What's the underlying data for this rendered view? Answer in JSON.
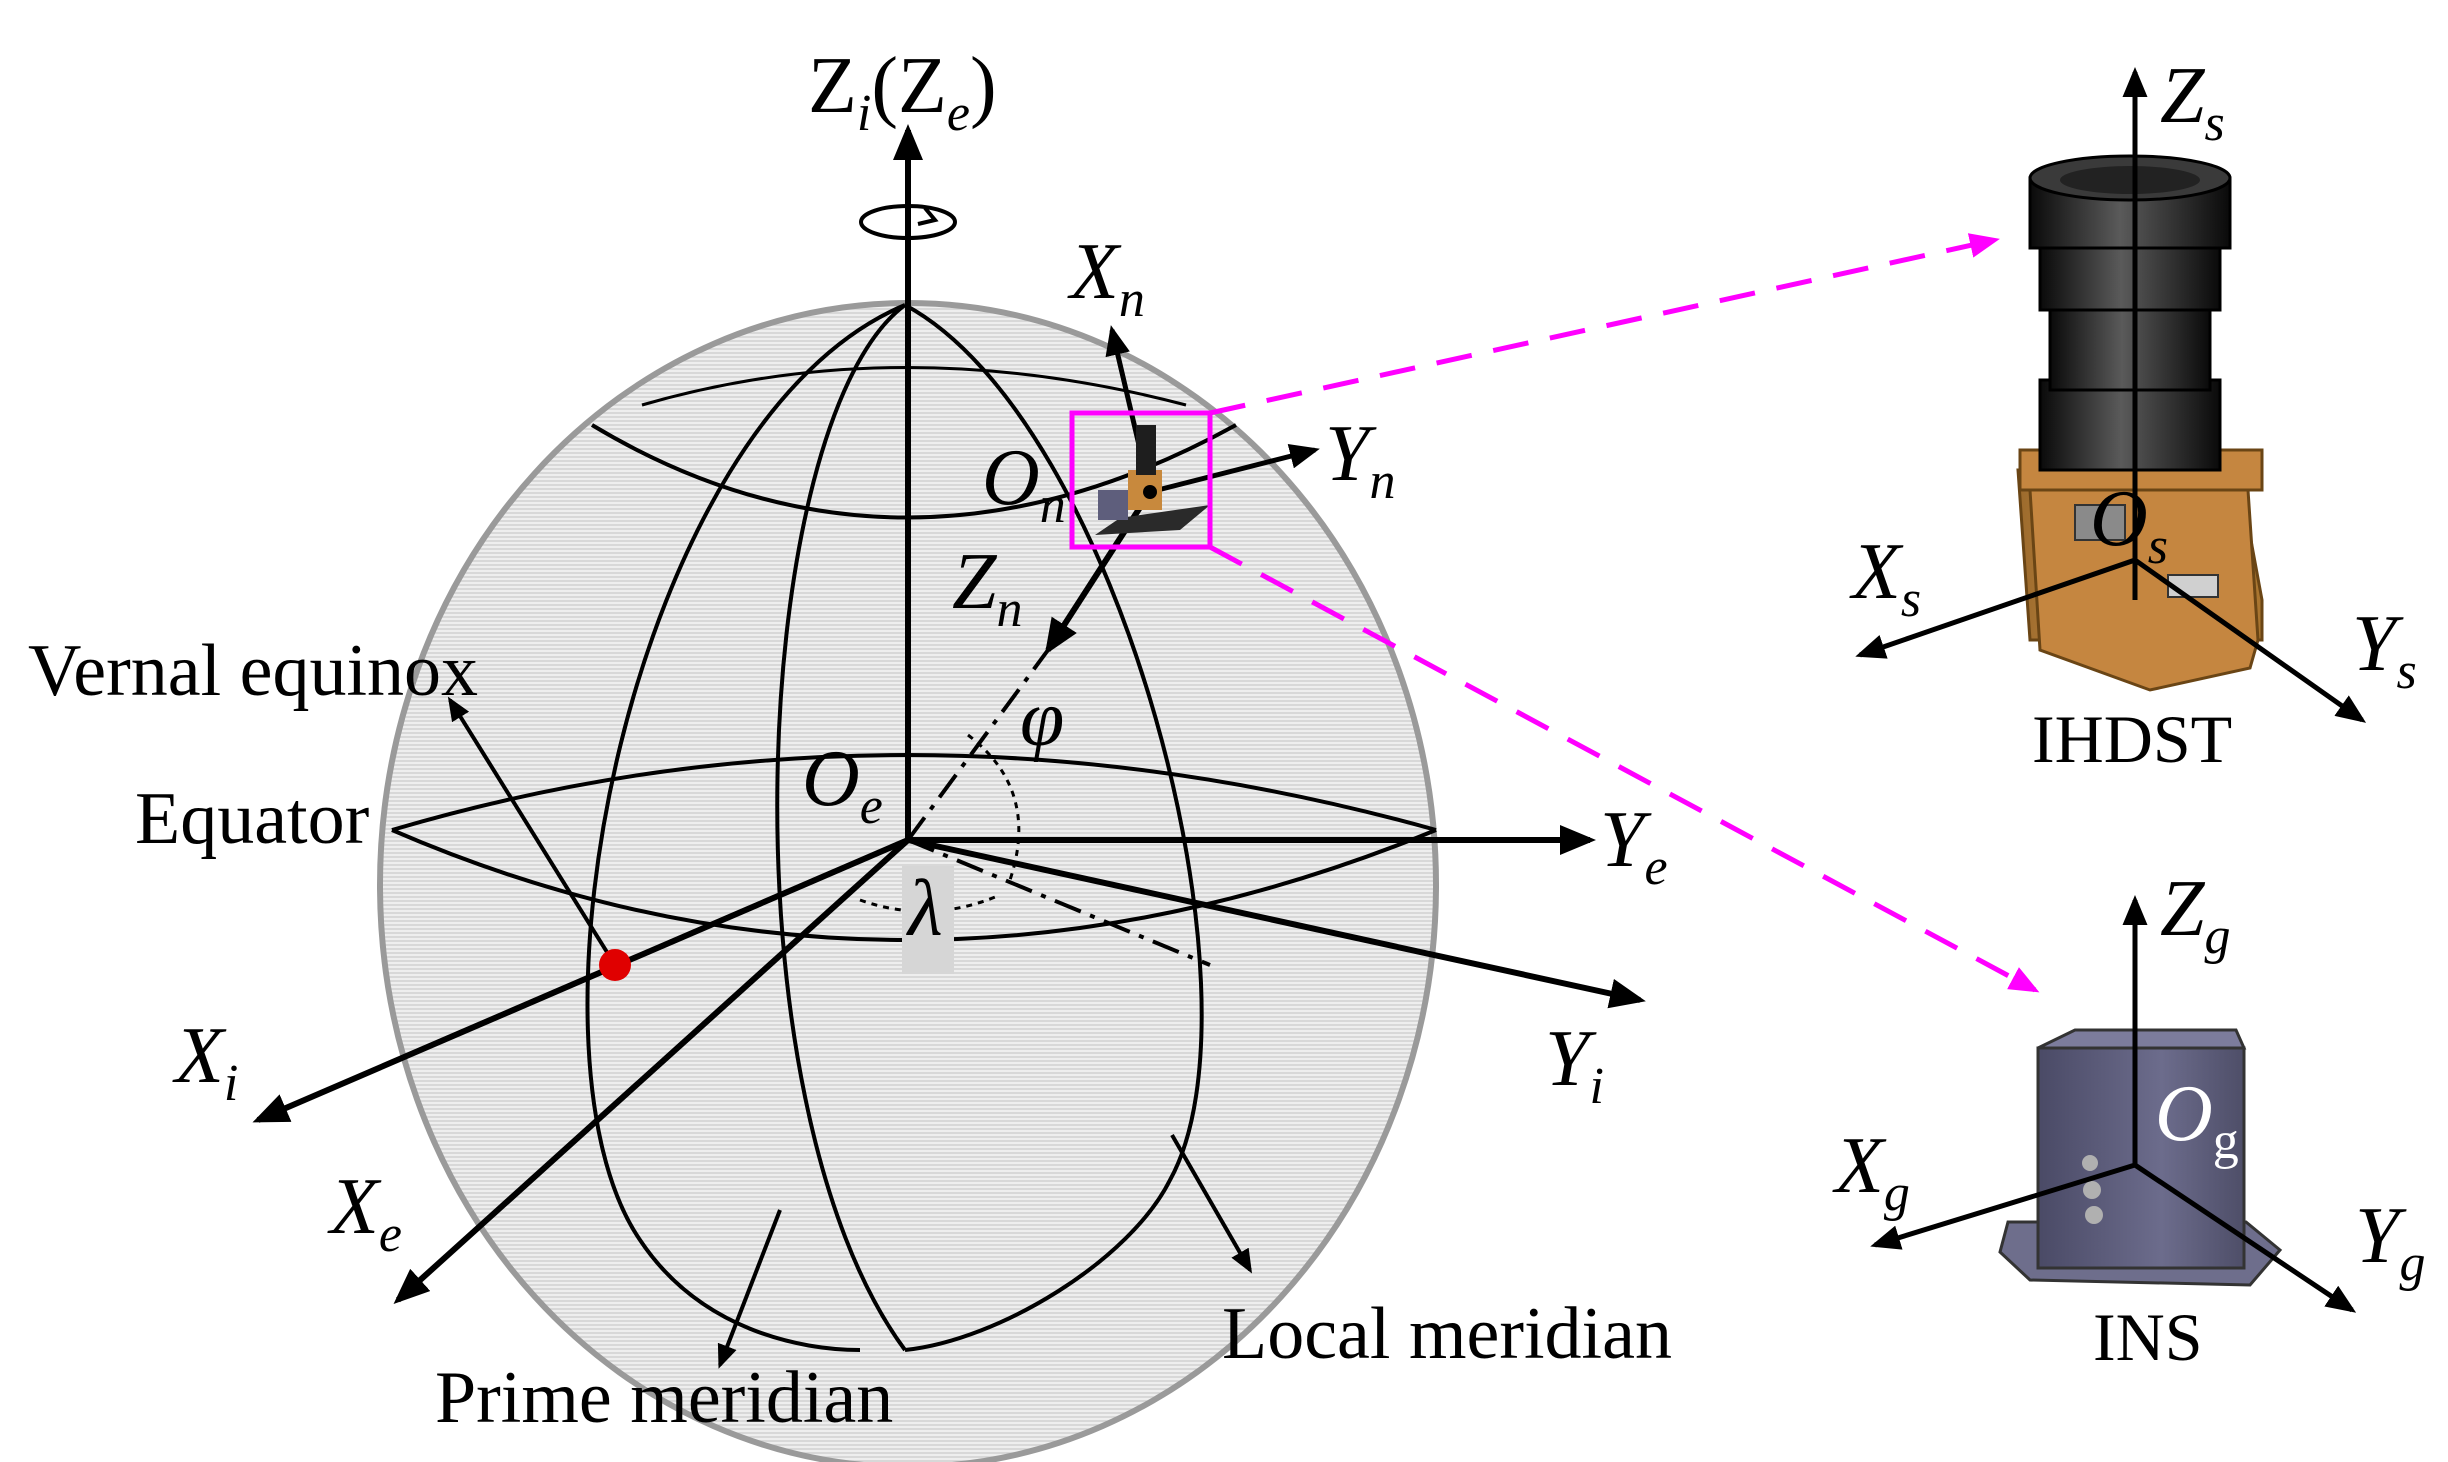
{
  "labels": {
    "vernal_equinox": "Vernal equinox",
    "equator": "Equator",
    "prime_meridian": "Prime meridian",
    "local_meridian": "Local meridian",
    "ihdst": "IHDST",
    "ins": "INS",
    "phi": "φ",
    "lambda": "λ"
  },
  "axes": {
    "zi_ze": {
      "main": "Z",
      "sub": "i",
      "paren_open": "(",
      "main2": "Z",
      "sub2": "e",
      "paren_close": ")"
    },
    "xn": {
      "main": "X",
      "sub": "n"
    },
    "yn": {
      "main": "Y",
      "sub": "n"
    },
    "on": {
      "main": "O",
      "sub": "n"
    },
    "zn": {
      "main": "Z",
      "sub": "n"
    },
    "oe": {
      "main": "O",
      "sub": "e"
    },
    "ye": {
      "main": "Y",
      "sub": "e"
    },
    "yi": {
      "main": "Y",
      "sub": "i"
    },
    "xi": {
      "main": "X",
      "sub": "i"
    },
    "xe": {
      "main": "X",
      "sub": "e"
    },
    "zs": {
      "main": "Z",
      "sub": "s"
    },
    "xs": {
      "main": "X",
      "sub": "s"
    },
    "ys": {
      "main": "Y",
      "sub": "s"
    },
    "os": {
      "main": "O",
      "sub": "s"
    },
    "zg": {
      "main": "Z",
      "sub": "g"
    },
    "xg": {
      "main": "X",
      "sub": "g"
    },
    "yg": {
      "main": "Y",
      "sub": "g"
    },
    "og": {
      "main": "O",
      "sub": "g"
    }
  },
  "colors": {
    "sphere_fill": "#e4e4e4",
    "sphere_edge": "#9a9a9a",
    "highlight": "#ff00ff",
    "equinox_point": "#e00000",
    "camera_body": "#c8893d",
    "lens": "#1e1e1e",
    "ins_body": "#5e5e7c"
  }
}
